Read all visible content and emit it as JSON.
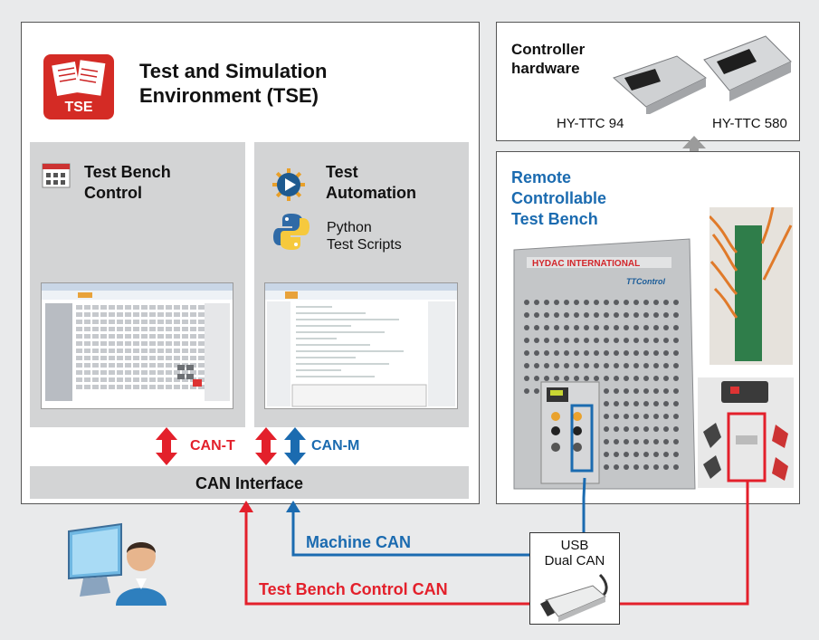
{
  "tse": {
    "app_icon_label": "TSE",
    "title_line1": "Test and Simulation",
    "title_line2": "Environment (TSE)",
    "panel_left": {
      "title_line1": "Test Bench",
      "title_line2": "Control"
    },
    "panel_right": {
      "title_line1": "Test",
      "title_line2": "Automation",
      "python_line1": "Python",
      "python_line2": "Test Scripts"
    },
    "can_t_label": "CAN-T",
    "can_m_label": "CAN-M",
    "can_interface_label": "CAN Interface"
  },
  "controller": {
    "title_line1": "Controller",
    "title_line2": "hardware",
    "device1": "HY-TTC 94",
    "device2": "HY-TTC 580"
  },
  "test_bench": {
    "title_line1": "Remote",
    "title_line2": "Controllable",
    "title_line3": "Test Bench",
    "brand_text": "HYDAC INTERNATIONAL",
    "brand_sub": "TTControl"
  },
  "usb": {
    "label_line1": "USB",
    "label_line2": "Dual CAN"
  },
  "connections": {
    "machine_can": "Machine CAN",
    "test_bench_control_can": "Test Bench Control CAN"
  },
  "colors": {
    "red": "#e3202b",
    "blue": "#1b6bb0",
    "grey_arrow": "#999999"
  }
}
